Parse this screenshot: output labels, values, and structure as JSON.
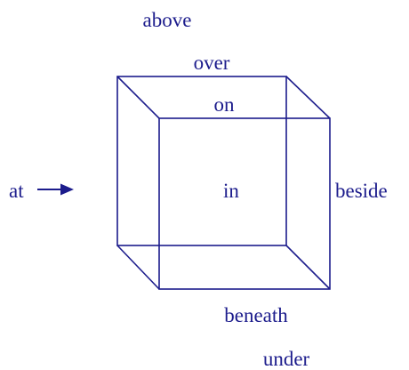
{
  "colors": {
    "ink": "#1c1c8c",
    "background": "#ffffff"
  },
  "labels": {
    "above": "above",
    "over": "over",
    "on": "on",
    "at": "at",
    "in": "in",
    "beside": "beside",
    "beneath": "beneath",
    "under": "under"
  },
  "icons": {
    "at_arrow": "right-arrow-icon"
  }
}
